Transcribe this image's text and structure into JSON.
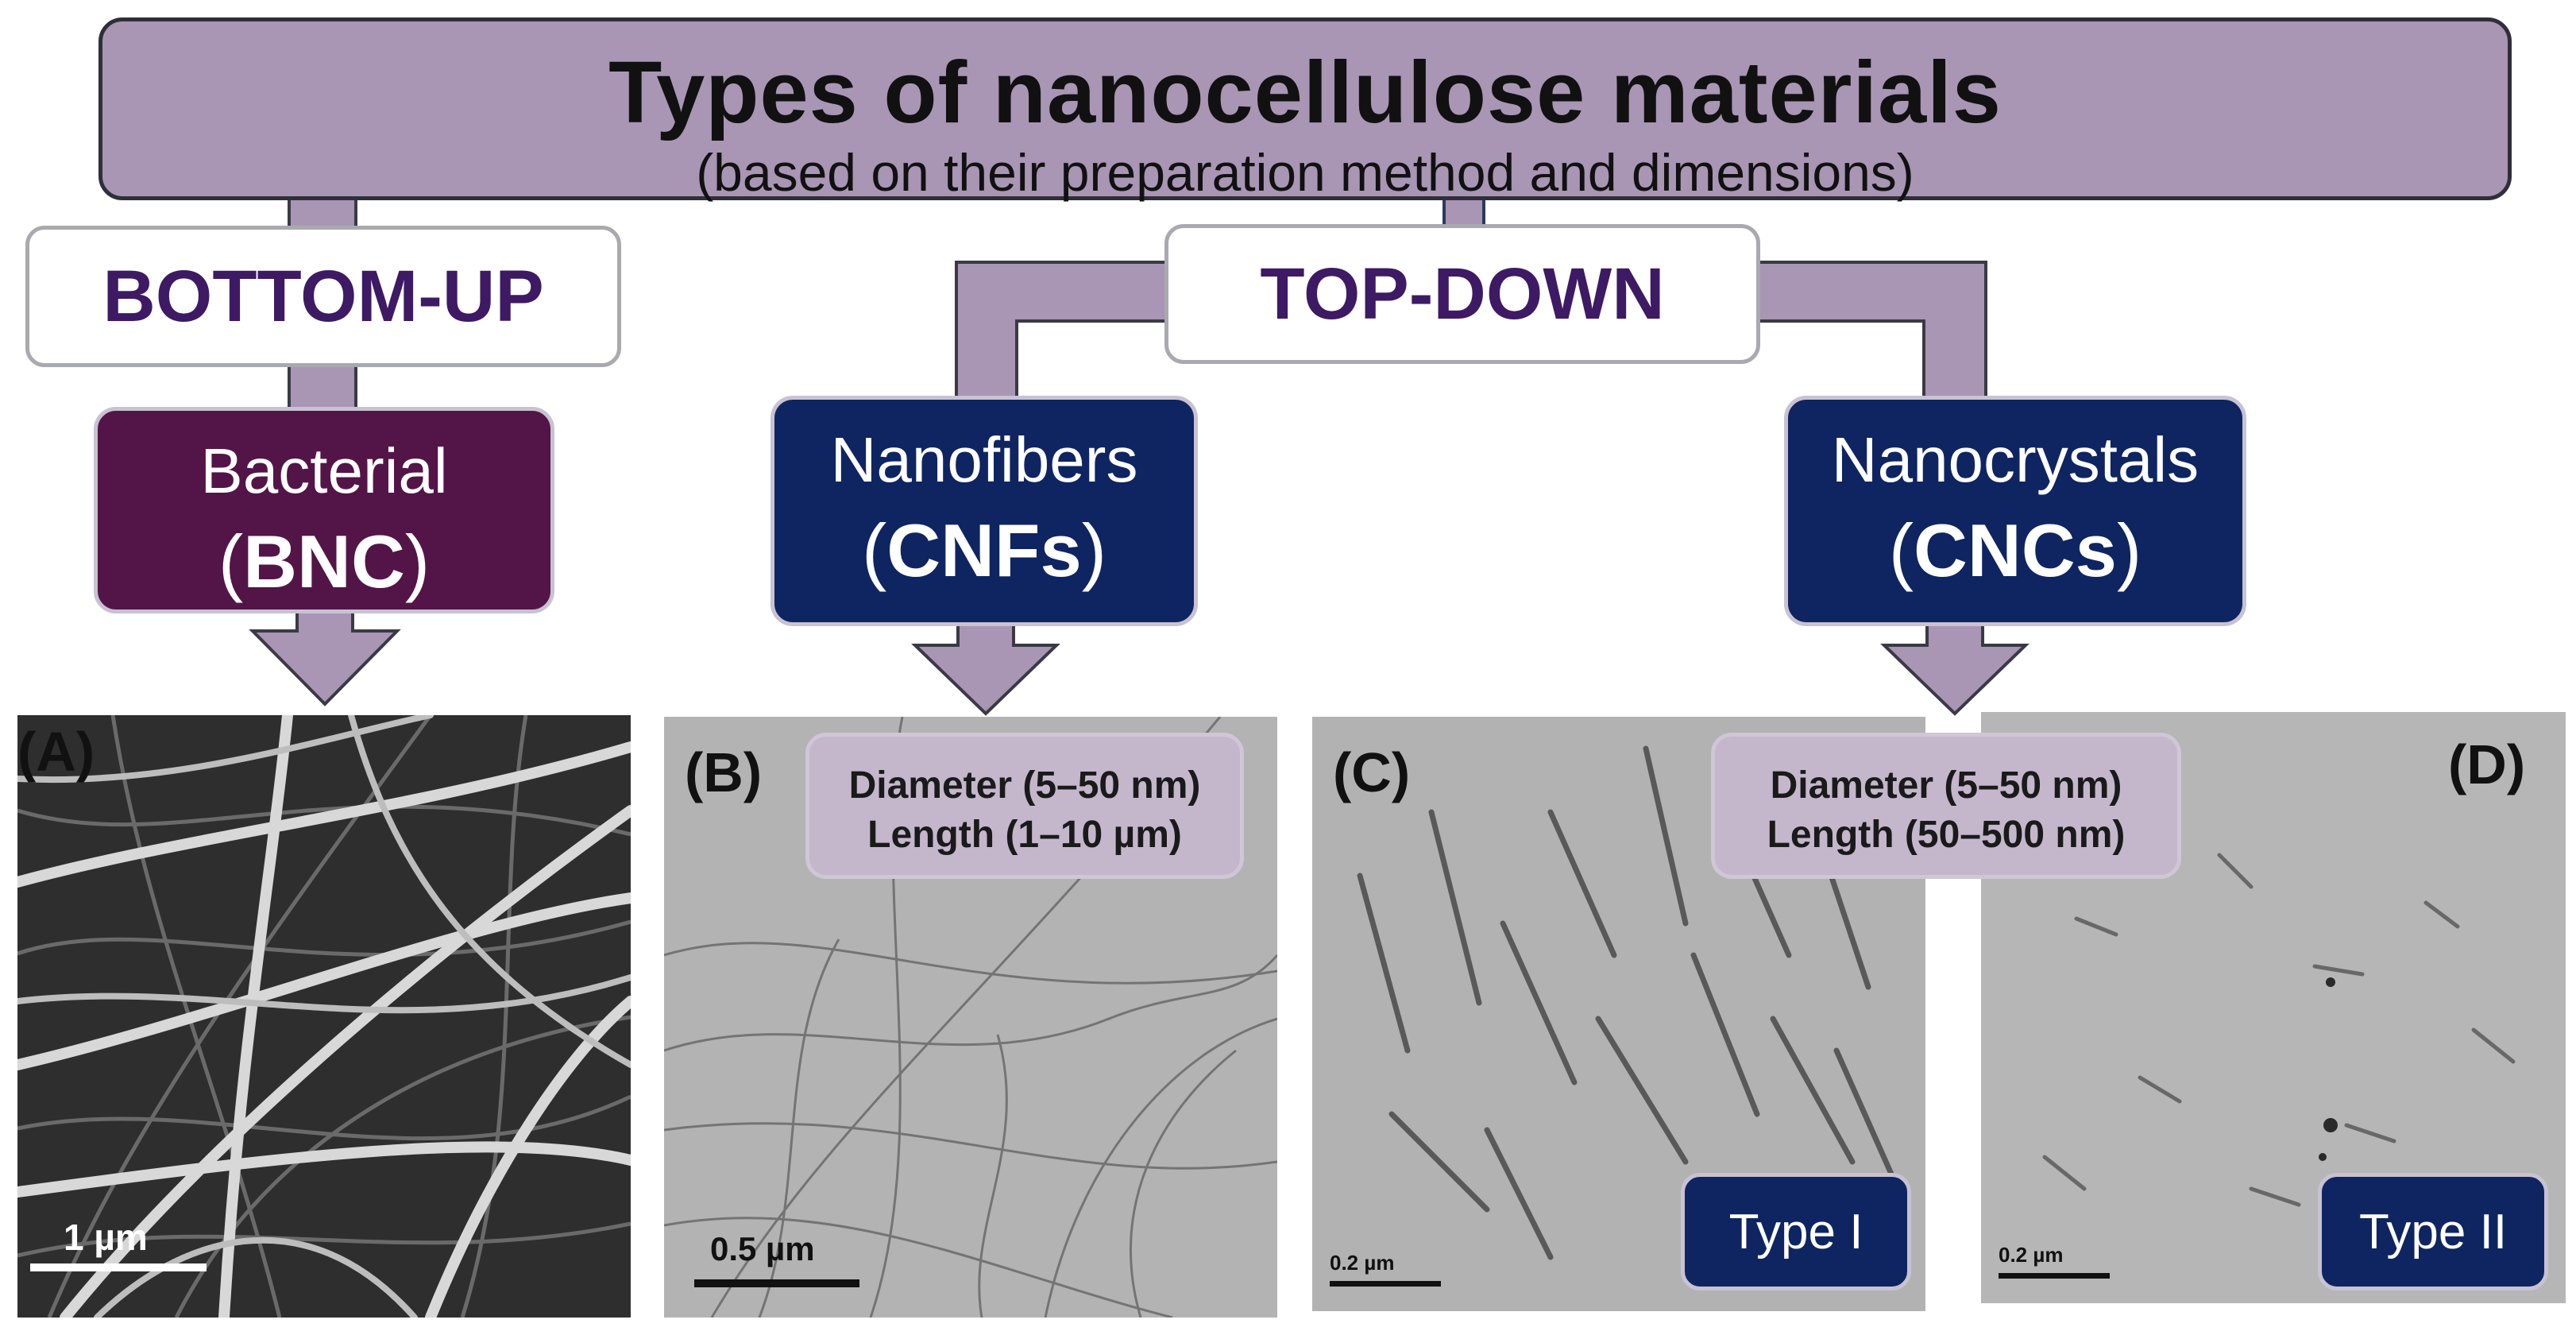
{
  "title": {
    "main": "Types of nanocellulose materials",
    "subtitle": "(based on their preparation method and dimensions)"
  },
  "methods": {
    "bottom_up": "BOTTOM-UP",
    "top_down": "TOP-DOWN"
  },
  "categories": [
    {
      "name": "Bacterial",
      "open": "(",
      "abbr": "BNC",
      "close": ")"
    },
    {
      "name": "Nanofibers",
      "open": "(",
      "abbr": "CNFs",
      "close": ")"
    },
    {
      "name": "Nanocrystals",
      "open": "(",
      "abbr": "CNCs",
      "close": ")"
    }
  ],
  "panels": {
    "a": {
      "label": "(A)",
      "scale": "1 µm"
    },
    "b": {
      "label": "(B)",
      "scale": "0.5 µm"
    },
    "c": {
      "label": "(C)",
      "scale": "0.2 µm"
    },
    "d": {
      "label": "(D)",
      "scale": "0.2 µm"
    }
  },
  "dimensions": {
    "cnf": {
      "diameter": "Diameter (5–50 nm)",
      "length": "Length (1–10 µm)"
    },
    "cnc": {
      "diameter": "Diameter (5–50 nm)",
      "length": "Length (50–500 nm)"
    }
  },
  "types": {
    "type1": "Type I",
    "type2": "Type II"
  },
  "colors": {
    "banner": "#a896b4",
    "connector": "#a896b4",
    "method_text": "#3d1a63",
    "bnc_box": "#531547",
    "cnf_cnc_box": "#0f2562",
    "info_box": "#c4b7cc"
  }
}
